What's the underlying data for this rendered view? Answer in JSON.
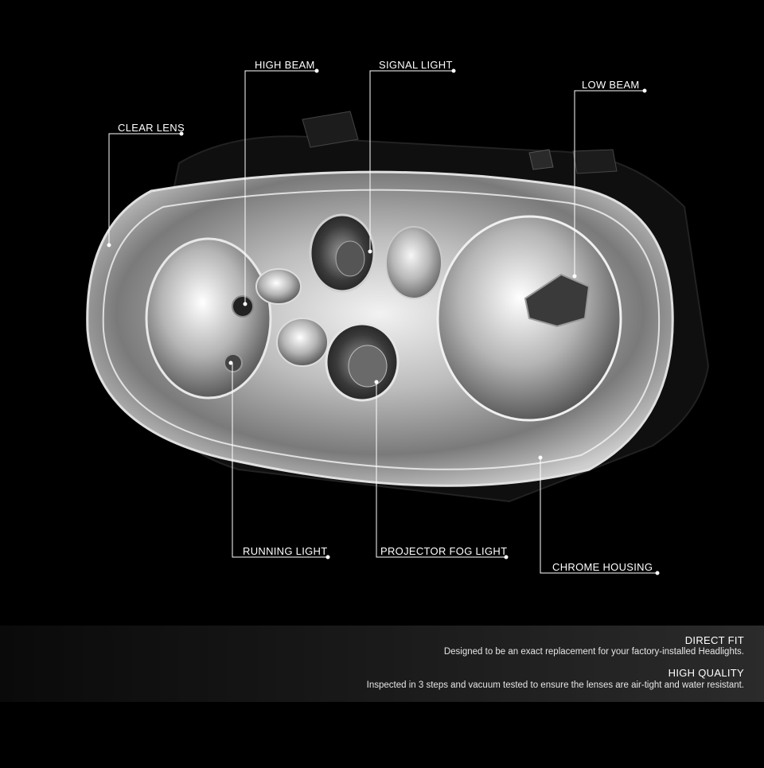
{
  "callouts": {
    "high_beam": "HIGH BEAM",
    "signal_light": "SIGNAL LIGHT",
    "low_beam": "LOW BEAM",
    "clear_lens": "CLEAR LENS",
    "running_light": "RUNNING LIGHT",
    "projector_fog_light": "PROJECTOR FOG LIGHT",
    "chrome_housing": "CHROME HOUSING"
  },
  "features": [
    {
      "title": "DIRECT FIT",
      "text": "Designed to be an exact replacement for your factory-installed Headlights."
    },
    {
      "title": "HIGH QUALITY",
      "text": "Inspected in 3 steps and vacuum tested to ensure the lenses are air-tight and water resistant."
    }
  ],
  "colors": {
    "background": "#000000",
    "chrome": "#c9c9c9",
    "callout_line": "#ffffff"
  }
}
